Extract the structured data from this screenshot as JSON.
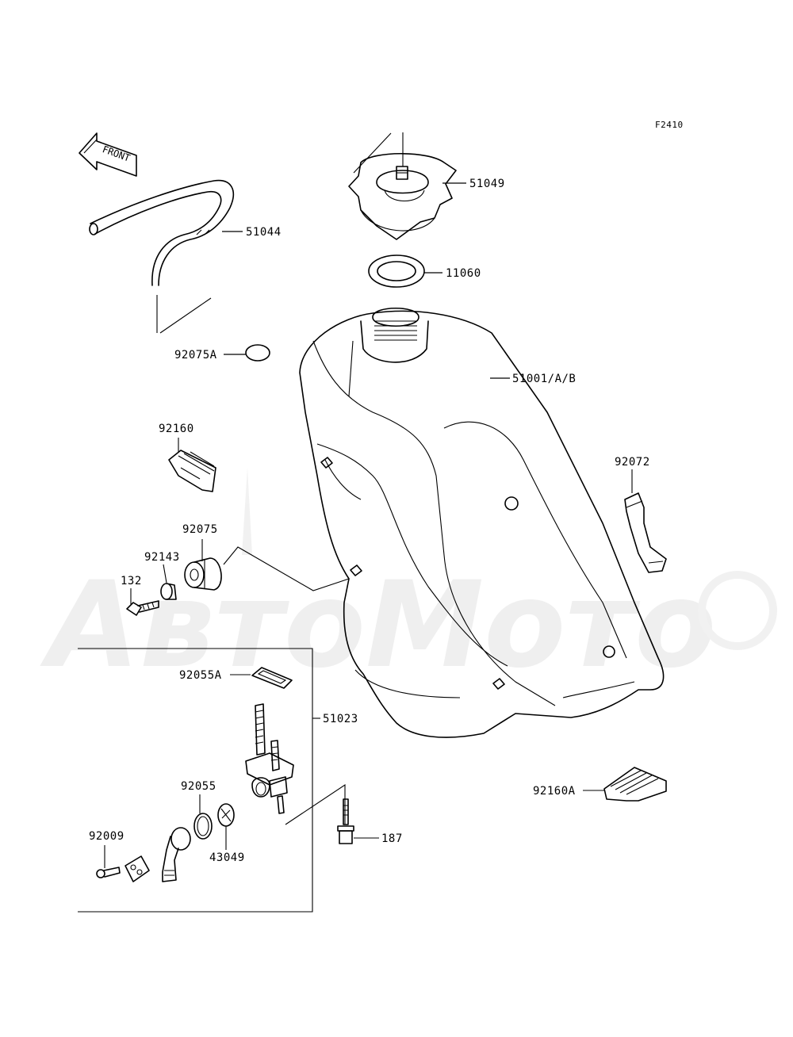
{
  "figure_id": "F2410",
  "front_arrow": {
    "label": "FRONT"
  },
  "watermark": {
    "text": "АвтоМото"
  },
  "callouts": {
    "fuel_cap": "51049",
    "breather_hose": "51044",
    "cap_gasket": "11060",
    "cap_92075a": "92075A",
    "fuel_tank": "51001/A/B",
    "pad_92160": "92160",
    "strap_92072": "92072",
    "damper_92075": "92075",
    "collar_92143": "92143",
    "bolt_132": "132",
    "gasket_92055a": "92055A",
    "fuel_cock_assy": "51023",
    "oring_92055": "92055",
    "screw_92009": "92009",
    "filter_43049": "43049",
    "bolt_187": "187",
    "pad_92160a": "92160A"
  }
}
